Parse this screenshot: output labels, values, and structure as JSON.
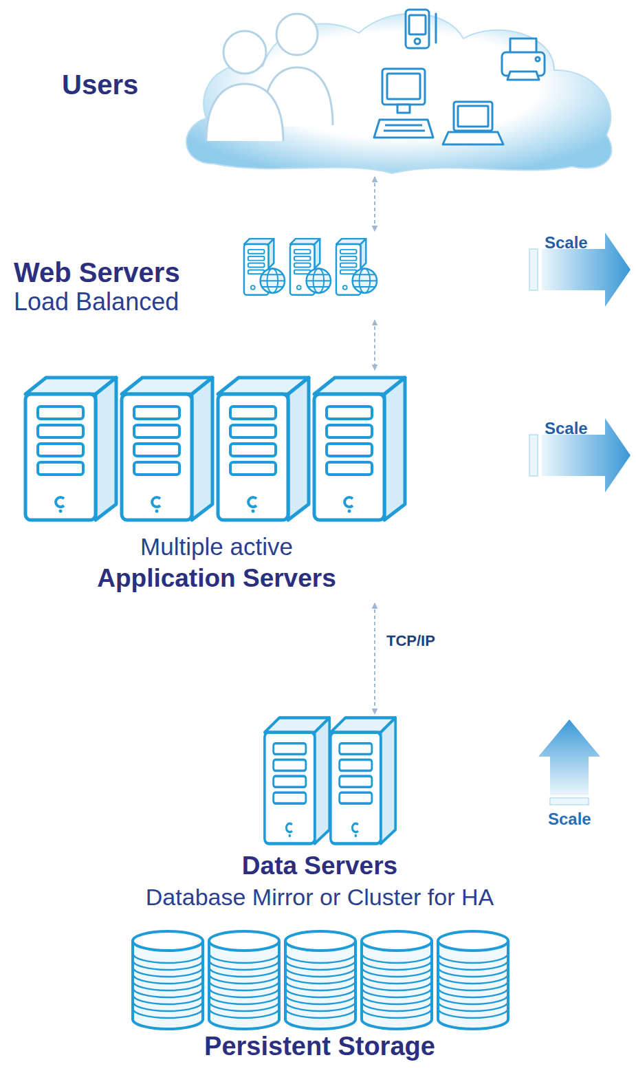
{
  "diagram": {
    "nodes": [
      {
        "text": [
          "Users"
        ]
      },
      {
        "text": [
          "Web Servers",
          "Load Balanced"
        ]
      },
      {
        "text": [
          "Multiple active",
          "Application Servers"
        ]
      },
      {
        "text": [
          "Data Servers",
          "Database Mirror or Cluster for HA"
        ]
      },
      {
        "text": [
          "Persistent Storage"
        ]
      }
    ],
    "edges": [
      {
        "from": 0,
        "to": 1,
        "arrow": "both"
      },
      {
        "from": 1,
        "to": 2,
        "arrow": "both"
      },
      {
        "from": 2,
        "to": 3,
        "label": "TCP/IP",
        "arrow": "both"
      }
    ],
    "labels": [
      "Scale",
      "Scale",
      "Scale"
    ]
  }
}
